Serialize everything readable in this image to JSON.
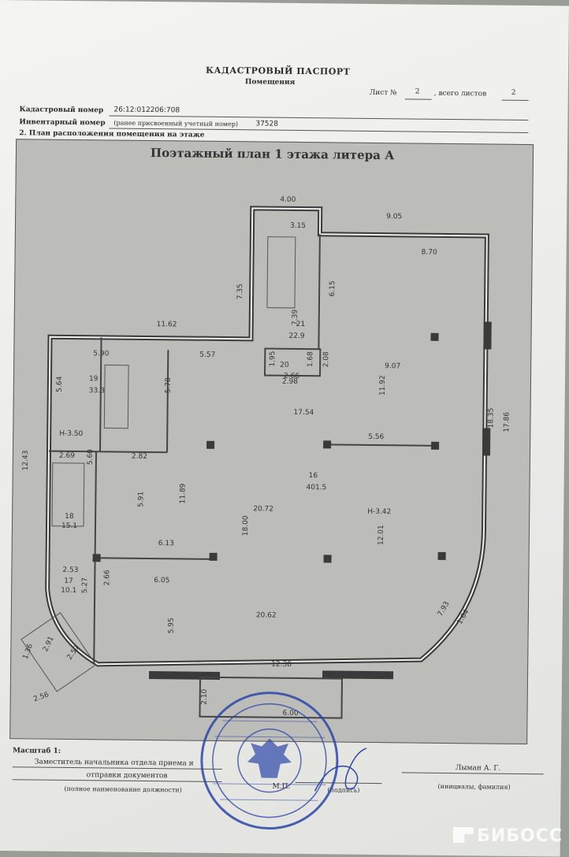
{
  "header": {
    "title": "КАДАСТРОВЫЙ ПАСПОРТ",
    "subtitle": "Помещения",
    "sheet_label": "Лист №",
    "sheet_no": "2",
    "total_label": ", всего листов",
    "total_no": "2"
  },
  "fields": {
    "cad_label": "Кадастровый номер",
    "cad_value": "26:12:012206:708",
    "inv_label": "Инвентарный номер",
    "inv_note": "(ранее присвоенный учетный номер)",
    "inv_value": "37528",
    "section": "2. План расположения помещения на этаже"
  },
  "plan": {
    "title": "Поэтажный план 1 этажа литера А",
    "dims": [
      "4.00",
      "3.15",
      "9.05",
      "8.70",
      "7.35",
      "6.15",
      "7.39",
      "11.62",
      "5.90",
      "5.57",
      "21",
      "22.9",
      "20",
      "2.66",
      "1.68",
      "2.08",
      "1.95",
      "2.98",
      "9.07",
      "19",
      "33.3",
      "5.64",
      "5.78",
      "11.92",
      "17.54",
      "H-3.50",
      "5.56",
      "2.69",
      "5.60",
      "2.82",
      "18.35",
      "17.86",
      "12.43",
      "16",
      "401.5",
      "11.89",
      "5.91",
      "20.72",
      "H-3.42",
      "18",
      "15.1",
      "6.13",
      "18.00",
      "12.01",
      "2.53",
      "17",
      "10.1",
      "2.66",
      "5.27",
      "6.05",
      "5.95",
      "20.62",
      "7.93",
      "1.64",
      "2.91",
      "2.57",
      "1.36",
      "2.56",
      "12.38",
      "2.10",
      "6.00"
    ]
  },
  "footer": {
    "scale": "Масштаб 1:",
    "position_line1": "Заместитель начальника отдела приема и",
    "position_line2": "отправки документов",
    "position_caption": "(полное наименование должности)",
    "mp": "М.П.",
    "sign_caption": "(подпись)",
    "name": "Лыман А. Г.",
    "name_caption": "(инициалы, фамилия)"
  },
  "watermark": "БИБОСС"
}
